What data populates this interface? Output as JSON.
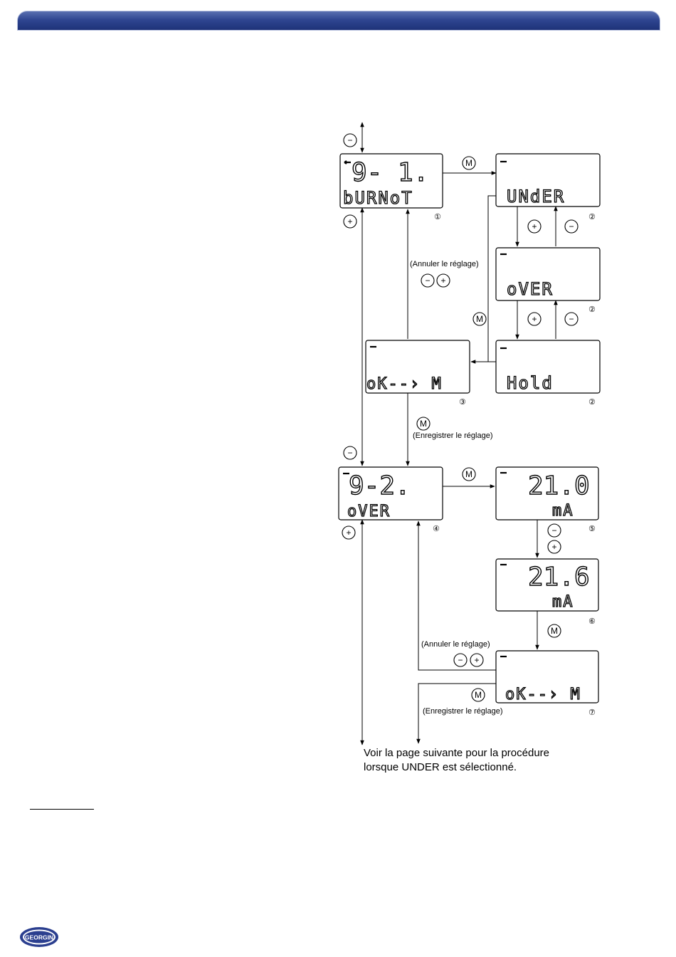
{
  "displays": {
    "d1": {
      "top": "9- 1.",
      "bottom": "bURNoT",
      "step": "①"
    },
    "d2a": {
      "top": "",
      "bottom": "UNdER",
      "step": "②"
    },
    "d2b": {
      "top": "",
      "bottom": "oVER",
      "step": "②"
    },
    "d2c": {
      "top": "",
      "bottom": "Hold",
      "step": "②"
    },
    "d3": {
      "top": "",
      "bottom": "oK--› M",
      "step": "③"
    },
    "d4": {
      "top": "9-2.",
      "bottom": "oVER",
      "step": "④"
    },
    "d5": {
      "top": "21.0",
      "bottom": "mA",
      "step": "⑤"
    },
    "d6": {
      "top": "21.6",
      "bottom": "mA",
      "step": "⑥"
    },
    "d7": {
      "top": "",
      "bottom": "oK--› M",
      "step": "⑦"
    }
  },
  "buttons": {
    "minus": "−",
    "plus": "+",
    "mode": "M"
  },
  "labels": {
    "cancel_1": "(Annuler le réglage)",
    "save_1": "(Enregistrer le réglage)",
    "cancel_2": "(Annuler le réglage)",
    "save_2": "(Enregistrer le réglage)",
    "note_line1": "Voir la page suivante pour la procédure",
    "note_line2": "lorsque UNDER est sélectionné."
  },
  "logo": {
    "text": "GEORGIN",
    "color": "#2b3f8f"
  },
  "colors": {
    "header": "#2f4691"
  }
}
